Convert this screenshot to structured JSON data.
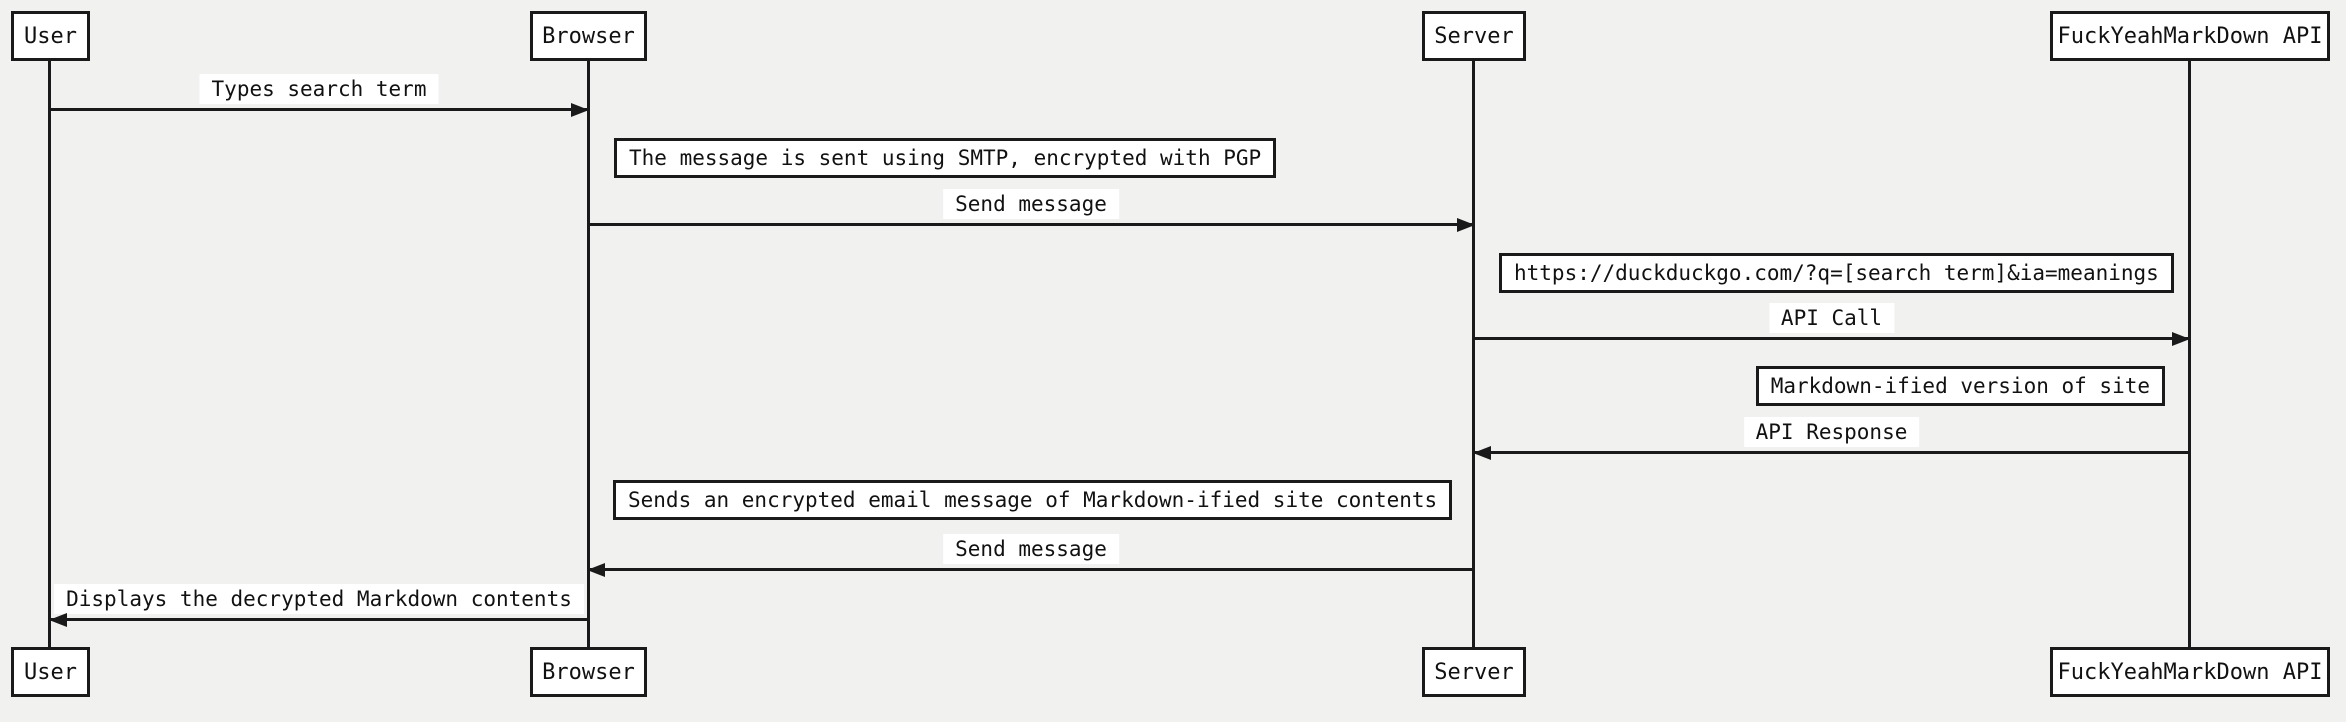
{
  "diagram": {
    "type": "sequence-diagram",
    "colors": {
      "background": "#f1f1f0",
      "box_fill": "#ffffff",
      "line": "#1a1a1a",
      "text": "#111111"
    },
    "actors": [
      {
        "name": "User"
      },
      {
        "name": "Browser"
      },
      {
        "name": "Server"
      },
      {
        "name": "FuckYeahMarkDown API"
      }
    ],
    "messages": [
      {
        "from": "User",
        "to": "Browser",
        "label": "Types search term"
      },
      {
        "from": "Browser",
        "to": "Server",
        "label": "Send message"
      },
      {
        "from": "Server",
        "to": "FuckYeahMarkDown API",
        "label": "API Call"
      },
      {
        "from": "FuckYeahMarkDown API",
        "to": "Server",
        "label": "API Response"
      },
      {
        "from": "Server",
        "to": "Browser",
        "label": "Send message"
      },
      {
        "from": "Browser",
        "to": "User",
        "label": "Displays the decrypted Markdown contents"
      }
    ],
    "notes": [
      {
        "near": "Browser",
        "text": "The message is sent using SMTP, encrypted with PGP"
      },
      {
        "near": "Server",
        "text": "https://duckduckgo.com/?q=[search term]&ia=meanings"
      },
      {
        "near": "FuckYeahMarkDown API",
        "text": "Markdown-ified version of site"
      },
      {
        "near": "Browser",
        "text": "Sends an encrypted email message of Markdown-ified site contents"
      }
    ]
  }
}
